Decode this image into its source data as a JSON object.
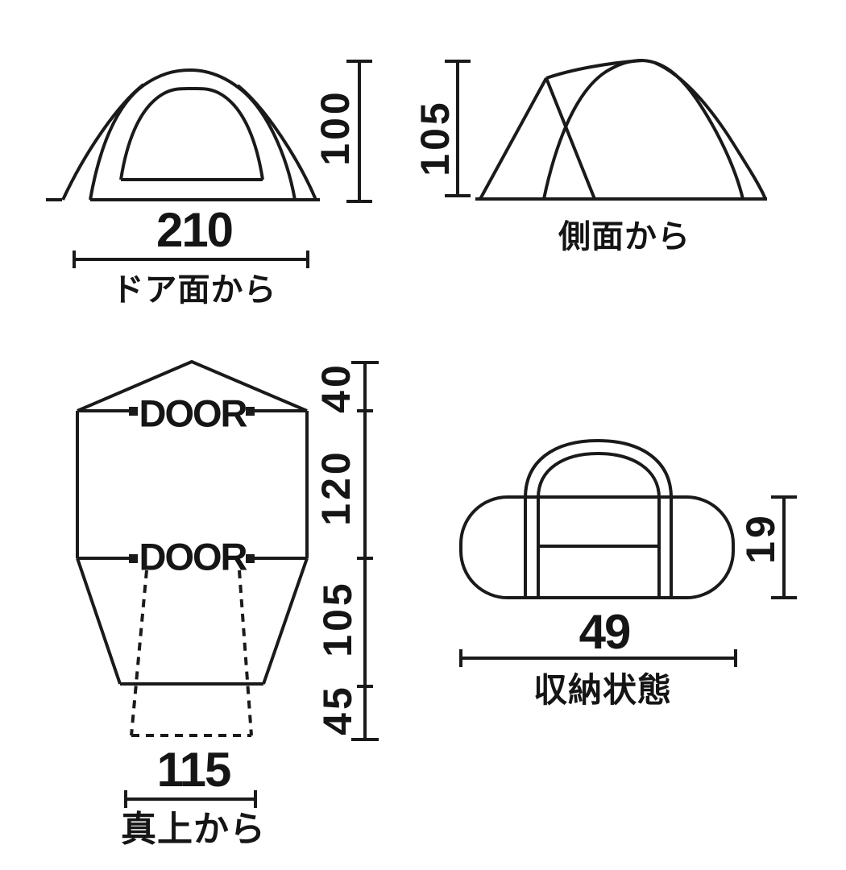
{
  "front_view": {
    "width": "210",
    "height": "100",
    "caption": "ドア面から"
  },
  "side_view": {
    "height": "105",
    "caption": "側面から"
  },
  "top_view": {
    "door_front": "DOOR",
    "door_back": "DOOR",
    "depth_front": "40",
    "depth_main": "120",
    "depth_vestibule": "105",
    "depth_flap": "45",
    "width": "115",
    "caption": "真上から"
  },
  "storage_view": {
    "width": "49",
    "height": "19",
    "caption": "収納状態"
  },
  "style": {
    "line_color": "#1a1a1a",
    "background": "#ffffff"
  }
}
